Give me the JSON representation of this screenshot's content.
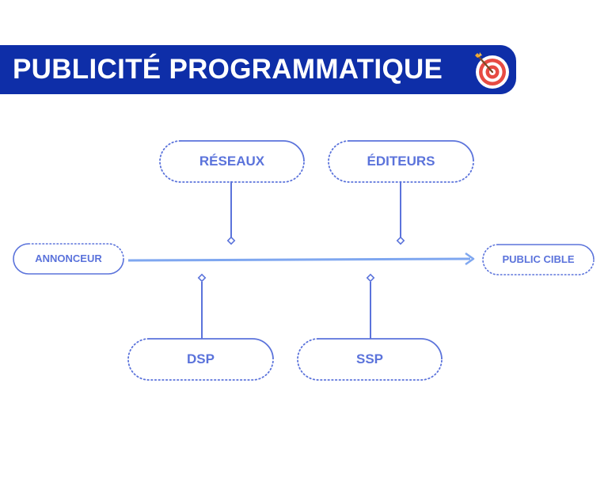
{
  "banner": {
    "title": "PUBLICITÉ PROGRAMMATIQUE",
    "icon": "target-with-arrow-icon",
    "background_color": "#0e2ea8",
    "text_color": "#ffffff"
  },
  "diagram": {
    "accent_color": "#5b73db",
    "flow_from": "ANNONCEUR",
    "flow_to": "PUBLIC CIBLE",
    "nodes": {
      "reseaux": "RÉSEAUX",
      "editeurs": "ÉDITEURS",
      "annonceur": "ANNONCEUR",
      "public_cible": "PUBLIC CIBLE",
      "dsp": "DSP",
      "ssp": "SSP"
    }
  }
}
